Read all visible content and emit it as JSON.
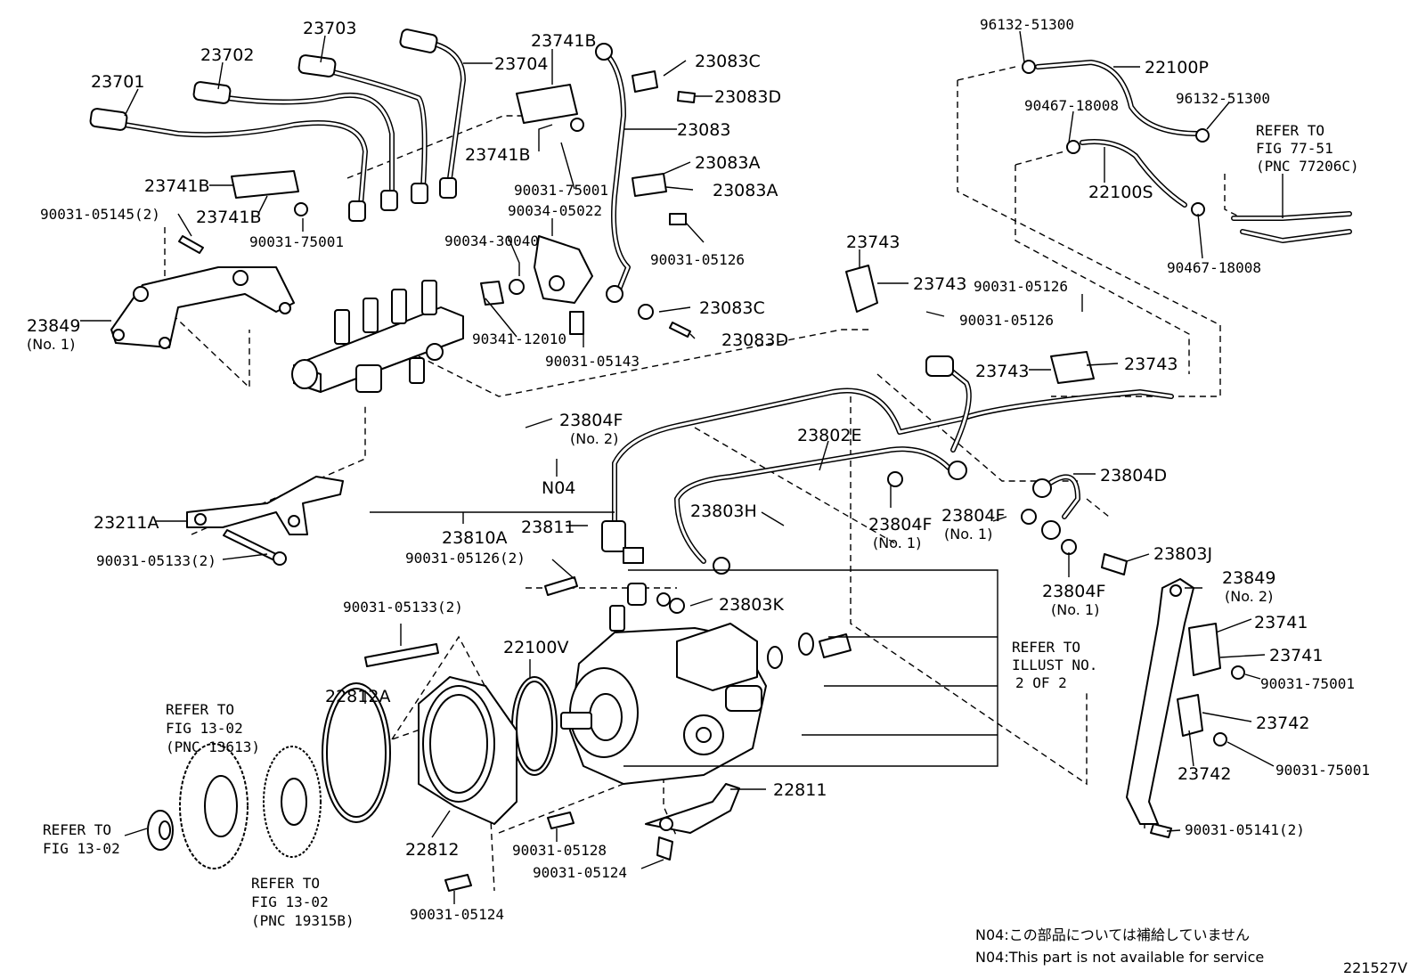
{
  "figure_id": "221527V",
  "notes": {
    "jp": "N04:この部品については補給していません",
    "en": "N04:This part is not available for service"
  },
  "labels": {
    "p23701": "23701",
    "p23702": "23702",
    "p23703": "23703",
    "p23704": "23704",
    "p23741B_top": "23741B",
    "p23741B_mid": "23741B",
    "p23741B_left": "23741B",
    "p23741B_left2": "23741B",
    "p23083C_top": "23083C",
    "p23083D_top": "23083D",
    "p23083": "23083",
    "p23083A_1": "23083A",
    "p23083A_2": "23083A",
    "p23083C_mid": "23083C",
    "p23083D_mid": "23083D",
    "b90031_75001_a": "90031-75001",
    "b90034_05022": "90034-05022",
    "b90034_30040": "90034-30040",
    "b90341_12010": "90341-12010",
    "b90031_05126_a": "90031-05126",
    "b90031_05143": "90031-05143",
    "b90031_05145": "90031-05145(2)",
    "b90031_75001_b": "90031-75001",
    "p23849_1": "23849",
    "p23849_1_sub": "(No. 1)",
    "p96132_a": "96132-51300",
    "p22100P": "22100P",
    "p90467_a": "90467-18008",
    "p96132_b": "96132-51300",
    "refer_77_1": "REFER TO",
    "refer_77_2": "FIG 77-51",
    "refer_77_3": "(PNC 77206C)",
    "p22100S": "22100S",
    "p90467_b": "90467-18008",
    "p23743_a": "23743",
    "p23743_b": "23743",
    "b90031_05126_b": "90031-05126",
    "b90031_05126_c": "90031-05126",
    "p23743_c": "23743",
    "p23743_d": "23743",
    "p23804F_a": "23804F",
    "p23804F_a_sub": "(No. 2)",
    "n04": "N04",
    "p23802E": "23802E",
    "p23804D": "23804D",
    "p23211A": "23211A",
    "b90031_05133_a": "90031-05133(2)",
    "p23803H": "23803H",
    "p23804F_b": "23804F",
    "p23804F_b_sub": "(No. 1)",
    "p23804F_c": "23804F",
    "p23804F_c_sub": "(No. 1)",
    "p23810A": "23810A",
    "p23811": "23811",
    "b90031_05126_d": "90031-05126(2)",
    "p23803J": "23803J",
    "p23804F_d": "23804F",
    "p23804F_d_sub": "(No. 1)",
    "p23849_2": "23849",
    "p23849_2_sub": "(No. 2)",
    "p23803K": "23803K",
    "b90031_05133_b": "90031-05133(2)",
    "p22100V": "22100V",
    "p22812A": "22812A",
    "refer_illust_1": "REFER TO",
    "refer_illust_2": "ILLUST NO.",
    "refer_illust_3": "2 OF 2",
    "p23741_a": "23741",
    "p23741_b": "23741",
    "b90031_75001_c": "90031-75001",
    "p23742_a": "23742",
    "p23742_b": "23742",
    "b90031_75001_d": "90031-75001",
    "refer_13613_1": "REFER TO",
    "refer_13613_2": "FIG 13-02",
    "refer_13613_3": "(PNC 13613)",
    "refer_1302_1": "REFER TO",
    "refer_1302_2": "FIG 13-02",
    "p22811": "22811",
    "p22812": "22812",
    "b90031_05128": "90031-05128",
    "b90031_05124_a": "90031-05124",
    "b90031_05141": "90031-05141(2)",
    "refer_19315_1": "REFER TO",
    "refer_19315_2": "FIG 13-02",
    "refer_19315_3": "(PNC 19315B)",
    "b90031_05124_b": "90031-05124"
  }
}
